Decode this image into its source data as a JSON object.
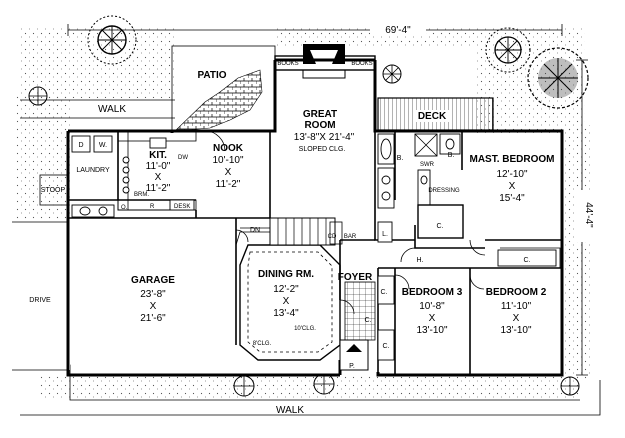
{
  "dimensions": {
    "width": "69'-4\"",
    "depth": "44'-4\""
  },
  "exterior": {
    "patio": "PATIO",
    "walk_top": "WALK",
    "walk_bottom": "WALK",
    "deck": "DECK",
    "drive": "DRIVE",
    "stoop": "STOOP"
  },
  "rooms": {
    "great_room": {
      "name": "GREAT",
      "name2": "ROOM",
      "size": "13'-8\"X 21'-4\"",
      "note": "SLOPED CLG."
    },
    "nook": {
      "name": "NOOK",
      "w": "10'-10\"",
      "x": "X",
      "h": "11'-2\""
    },
    "kitchen": {
      "name": "KIT.",
      "w": "11'-0\"",
      "x": "X",
      "h": "11'-2\""
    },
    "laundry": {
      "name": "LAUNDRY",
      "dryer": "D",
      "washer": "W."
    },
    "master_bedroom": {
      "name": "MAST. BEDROOM",
      "w": "12'-10\"",
      "x": "X",
      "h": "15'-4\""
    },
    "dining": {
      "name": "DINING RM.",
      "w": "12'-2\"",
      "x": "X",
      "h": "13'-4\"",
      "note1": "10'CLG.",
      "note2": "8'CLG."
    },
    "garage": {
      "name": "GARAGE",
      "w": "23'-8\"",
      "x": "X",
      "h": "21'-6\""
    },
    "foyer": {
      "name": "FOYER"
    },
    "bedroom3": {
      "name": "BEDROOM 3",
      "w": "10'-8\"",
      "x": "X",
      "h": "13'-10\""
    },
    "bedroom2": {
      "name": "BEDROOM 2",
      "w": "11'-10\"",
      "x": "X",
      "h": "13'-10\""
    },
    "dressing": {
      "name": "DRESSING"
    }
  },
  "labels": {
    "books1": "BOOKS",
    "books2": "BOOKS",
    "brm": "BRM.",
    "dw": "DW",
    "desk": "DESK",
    "o": "O.",
    "r": "R",
    "dn": "DN",
    "cd": "CD",
    "bar": "BAR",
    "b1": "B.",
    "b2": "B.",
    "swr": "SWR",
    "c_master": "C.",
    "c_bed3a": "C.",
    "c_bed3b": "C.",
    "c_bed2": "C.",
    "c_hall": "C.",
    "l": "L.",
    "h": "H.",
    "p": "P."
  }
}
